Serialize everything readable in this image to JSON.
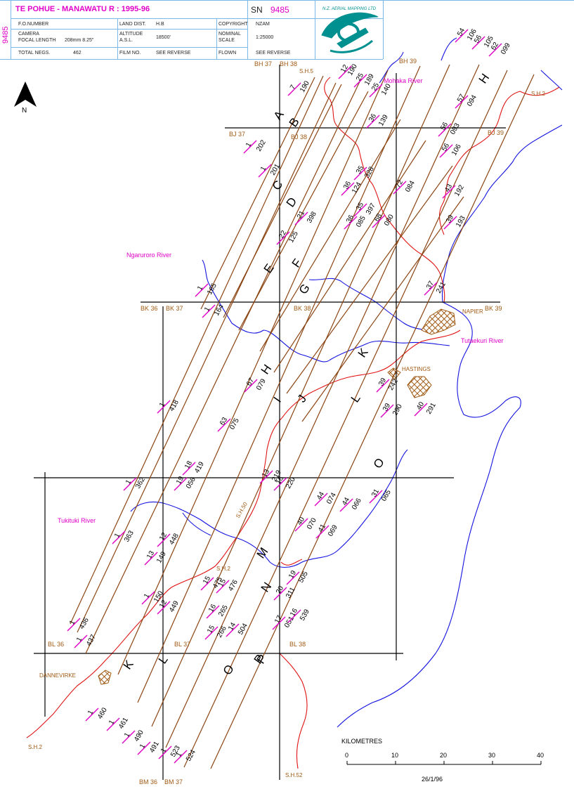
{
  "header": {
    "title": "TE POHUE - MANAWATU R : 1995-96",
    "side_number": "9485",
    "sn_label": "SN",
    "sn_value": "9485",
    "fields": {
      "fo_number_label": "F.O.NUMBER",
      "camera_label": "CAMERA",
      "focal_length_label": "FOCAL LENGTH",
      "focal_length_value": "208mm  8.25\"",
      "total_negs_label": "TOTAL NEGS.",
      "total_negs_value": "462",
      "land_dist_label": "LAND DIST.",
      "land_dist_value": "H.B",
      "altitude_label": "ALTITUDE",
      "asl_label": "A.S.L.",
      "altitude_value": "18500'",
      "film_no_label": "FILM NO.",
      "film_no_value": "SEE REVERSE",
      "copyright_label": "COPYRIGHT",
      "copyright_value": "NZAM",
      "nominal_label": "NOMINAL",
      "scale_label": "SCALE",
      "scale_value": "1:25000",
      "flown_label": "FLOWN",
      "flown_value": "SEE REVERSE"
    },
    "logo_text": "N.Z. AERIAL MAPPING LTD"
  },
  "map": {
    "north": "N",
    "sheet_labels": [
      "BH 37",
      "BH 38",
      "BH 39",
      "BJ 37",
      "BJ 38",
      "BJ 39",
      "BK 36",
      "BK 37",
      "BK 38",
      "BK 39",
      "BL 36",
      "BL 37",
      "BL 38",
      "BM 36",
      "BM 37"
    ],
    "rivers": [
      "Mohaka River",
      "Ngaruroro River",
      "Tutaekuri River",
      "Tukituki River"
    ],
    "highways": [
      "S.H.5",
      "S.H.2",
      "S.H.50",
      "S.H.2",
      "S.H.2",
      "S.H.52"
    ],
    "towns": [
      "NAPIER",
      "HASTINGS",
      "DANNEVIRKE"
    ],
    "run_letters": [
      "A",
      "B",
      "C",
      "D",
      "E",
      "F",
      "G",
      "H",
      "I",
      "J",
      "K",
      "L",
      "M",
      "N",
      "O",
      "P",
      "H",
      "K",
      "L",
      "O",
      "P"
    ],
    "photo_labels": [
      "7",
      "190",
      "12",
      "190",
      "25",
      "189",
      "25",
      "140",
      "36",
      "139",
      "1",
      "202",
      "1",
      "201",
      "36",
      "124",
      "35",
      "328",
      "35",
      "397",
      "36",
      "085",
      "68",
      "080",
      "72",
      "084",
      "56",
      "093",
      "56",
      "106",
      "43",
      "192",
      "39",
      "193",
      "22",
      "125",
      "21",
      "398",
      "1",
      "165",
      "1",
      "164",
      "37",
      "241",
      "67",
      "079",
      "63",
      "075",
      "39",
      "242",
      "39",
      "290",
      "40",
      "291",
      "1",
      "418",
      "1",
      "362",
      "19",
      "056",
      "18",
      "419",
      "13",
      "219",
      "16",
      "220",
      "1",
      "363",
      "13",
      "149",
      "12",
      "448",
      "44",
      "074",
      "44",
      "066",
      "31",
      "065",
      "40",
      "070",
      "41",
      "069",
      "1",
      "150",
      "12",
      "449",
      "15",
      "475",
      "15",
      "476",
      "16",
      "265",
      "15",
      "266",
      "14",
      "504",
      "20",
      "311",
      "19",
      "505",
      "17",
      "051",
      "16",
      "539",
      "1",
      "436",
      "1",
      "437",
      "1",
      "460",
      "1",
      "461",
      "1",
      "490",
      "1",
      "491",
      "1",
      "523",
      "1",
      "524",
      "54",
      "106",
      "56",
      "105",
      "62",
      "099",
      "57",
      "094"
    ]
  },
  "scale_bar": {
    "title": "KILOMETRES",
    "ticks": [
      "0",
      "10",
      "20",
      "30",
      "40"
    ],
    "date": "26/1/96"
  },
  "colors": {
    "flight_line": "#8b4513",
    "photo_mark": "#e000c8",
    "river": "#1414e0",
    "road": "#e01414",
    "sheet_label": "#a05a14",
    "grid": "#000000"
  }
}
